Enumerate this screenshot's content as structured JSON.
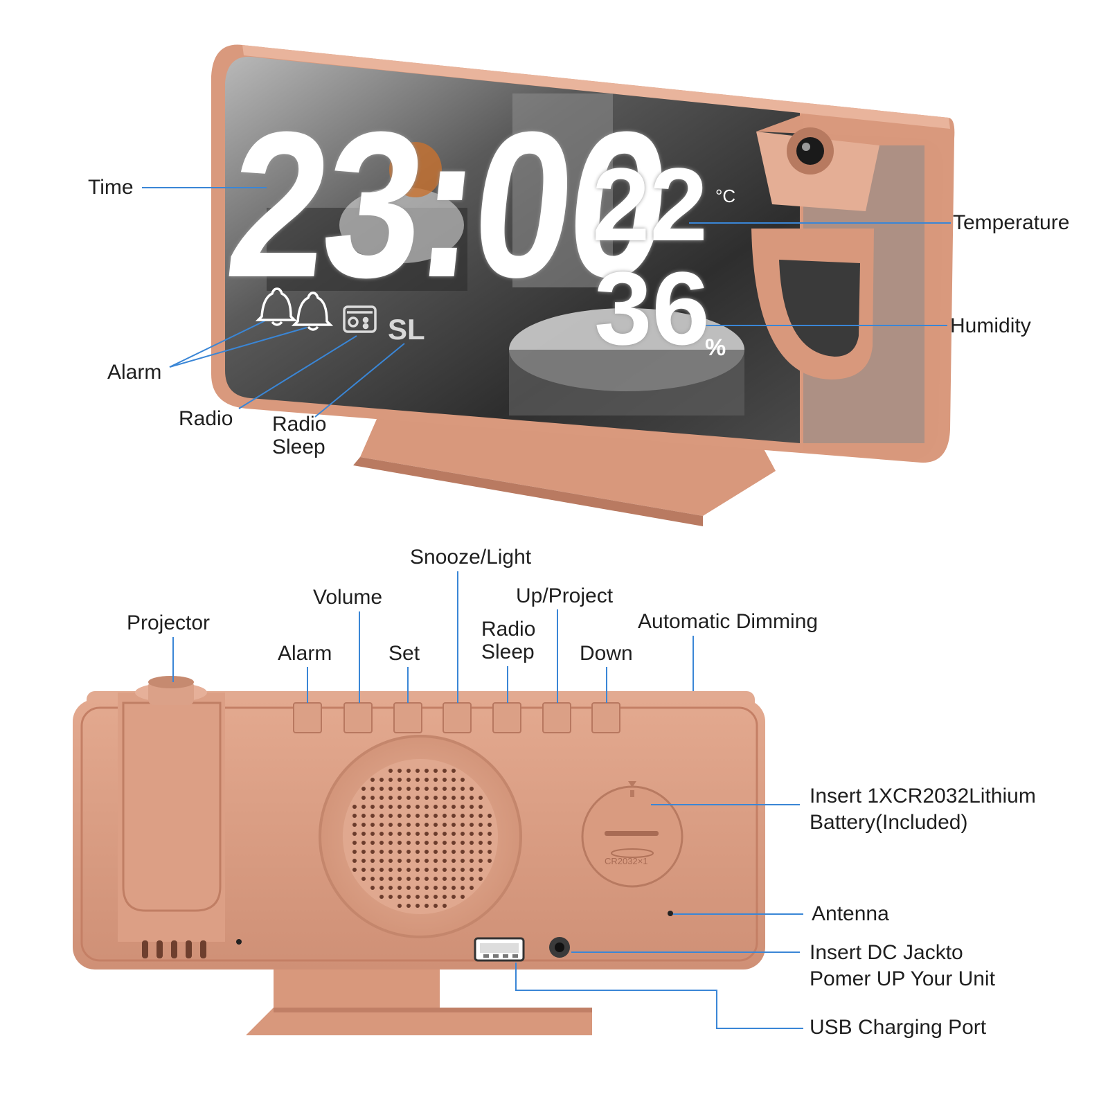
{
  "display": {
    "time": "23:00",
    "temperature": "22",
    "temp_unit": "°C",
    "humidity": "36",
    "humidity_unit": "%",
    "sleep_indicator": "SL",
    "battery_marking": "CR2032×1"
  },
  "front_labels": {
    "time": "Time",
    "temperature": "Temperature",
    "humidity": "Humidity",
    "alarm": "Alarm",
    "radio": "Radio",
    "radio_sleep_1": "Radio",
    "radio_sleep_2": "Sleep"
  },
  "back_labels": {
    "projector": "Projector",
    "alarm": "Alarm",
    "volume": "Volume",
    "set": "Set",
    "snooze_light": "Snooze/Light",
    "radio_sleep_1": "Radio",
    "radio_sleep_2": "Sleep",
    "up_project": "Up/Project",
    "down": "Down",
    "auto_dimming": "Automatic Dimming",
    "battery_1": "Insert 1XCR2032Lithium",
    "battery_2": "Battery(Included)",
    "antenna": "Antenna",
    "dc_jack_1": "Insert DC Jackto",
    "dc_jack_2": "Pomer UP Your Unit",
    "usb": "USB Charging Port"
  },
  "colors": {
    "body": "#d79a80",
    "body_dark": "#c5856b",
    "body_light": "#eab59d",
    "mirror": "#3c3c3c",
    "callout": "#3a86d6"
  }
}
